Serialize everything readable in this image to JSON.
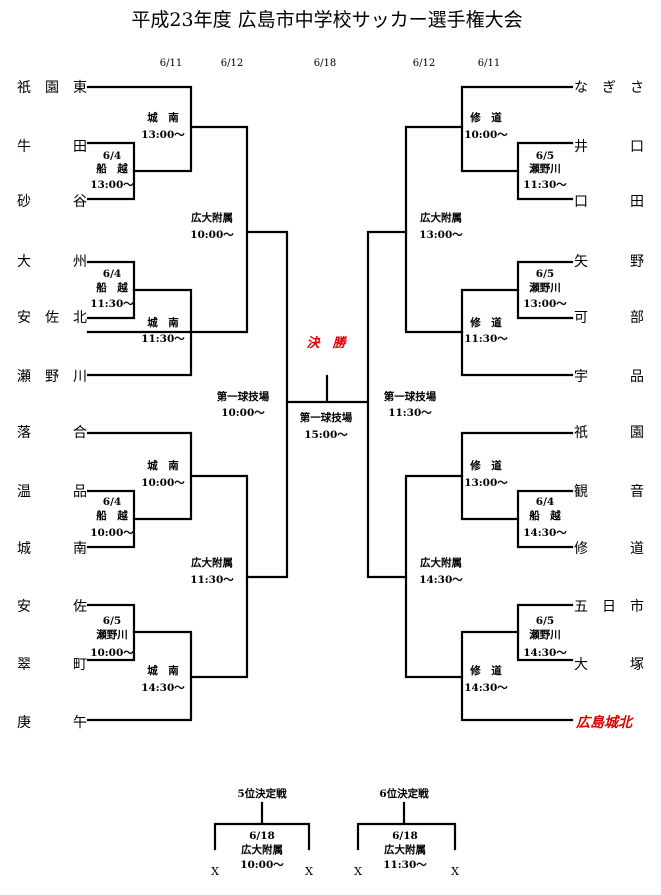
{
  "title": "平成23年度 広島市中学校サッカー選手権大会",
  "dates_left": [
    "6/11",
    "6/12"
  ],
  "date_final": "6/18",
  "dates_right": [
    "6/12",
    "6/11"
  ],
  "left_teams": [
    "祇　園　東",
    "牛　　　田",
    "砂　　　谷",
    "大　　　州",
    "安　佐　北",
    "瀬　野　川",
    "落　　　合",
    "温　　　品",
    "城　　　南",
    "安　　　佐",
    "翠　　　町",
    "庚　　　午"
  ],
  "right_teams": [
    "な　ぎ　さ",
    "井　　　口",
    "口　　　田",
    "矢　　　野",
    "可　　　部",
    "宇　　　品",
    "祇　　　園",
    "観　　　音",
    "修　　　道",
    "五　日　市",
    "大　　　塚",
    "広島城北"
  ],
  "highlighted_team": "広島城北",
  "matches": {
    "l_r1_a": [
      "6/4",
      "船　越",
      "13:00〜"
    ],
    "l_r1_b": [
      "6/4",
      "船　越",
      "11:30〜"
    ],
    "l_r1_c": [
      "6/4",
      "船　越",
      "10:00〜"
    ],
    "l_r1_d": [
      "6/5",
      "瀬野川",
      "10:00〜"
    ],
    "l_r2_a": [
      "城　南",
      "13:00〜"
    ],
    "l_r2_b": [
      "城　南",
      "11:30〜"
    ],
    "l_r2_c": [
      "城　南",
      "10:00〜"
    ],
    "l_r2_d": [
      "城　南",
      "14:30〜"
    ],
    "l_r3_a": [
      "広大附属",
      "10:00〜"
    ],
    "l_r3_b": [
      "広大附属",
      "11:30〜"
    ],
    "l_semi": [
      "第一球技場",
      "10:00〜"
    ],
    "final": [
      "第一球技場",
      "15:00〜"
    ],
    "r_semi": [
      "第一球技場",
      "11:30〜"
    ],
    "r_r3_a": [
      "広大附属",
      "13:00〜"
    ],
    "r_r3_b": [
      "広大附属",
      "14:30〜"
    ],
    "r_r2_a": [
      "修　道",
      "10:00〜"
    ],
    "r_r2_b": [
      "修　道",
      "11:30〜"
    ],
    "r_r2_c": [
      "修　道",
      "13:00〜"
    ],
    "r_r2_d": [
      "修　道",
      "14:30〜"
    ],
    "r_r1_a": [
      "6/5",
      "瀬野川",
      "11:30〜"
    ],
    "r_r1_b": [
      "6/5",
      "瀬野川",
      "13:00〜"
    ],
    "r_r1_c": [
      "6/4",
      "船　越",
      "14:30〜"
    ],
    "r_r1_d": [
      "6/5",
      "瀬野川",
      "14:30〜"
    ]
  },
  "final_label": "決　勝",
  "playoffs": [
    {
      "title": "5位決定戦",
      "date": "6/18",
      "venue": "広大附属",
      "time": "10:00〜",
      "left": "X",
      "right": "X"
    },
    {
      "title": "6位決定戦",
      "date": "6/18",
      "venue": "広大附属",
      "time": "11:30〜",
      "left": "X",
      "right": "X"
    }
  ]
}
